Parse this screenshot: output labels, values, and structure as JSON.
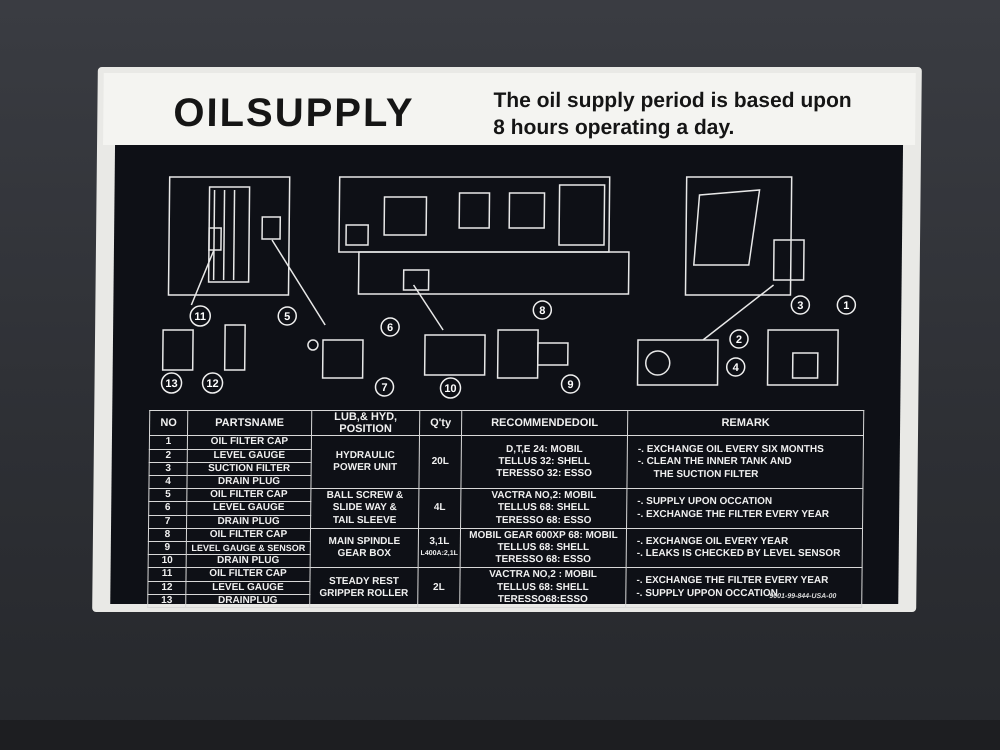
{
  "plate": {
    "title": "OILSUPPLY",
    "note_line1": "The oil supply period is based upon",
    "note_line2": "8 hours operating a day.",
    "part_code": "9001-99-844-USA-00"
  },
  "callouts": [
    "1",
    "2",
    "3",
    "4",
    "5",
    "6",
    "7",
    "8",
    "9",
    "10",
    "11",
    "12",
    "13"
  ],
  "table": {
    "headers": [
      "NO",
      "PARTSNAME",
      "LUB,& HYD, POSITION",
      "Q'ty",
      "RECOMMENDEDOIL",
      "REMARK"
    ],
    "groups": [
      {
        "rows": [
          [
            "1",
            "OIL FILTER CAP"
          ],
          [
            "2",
            "LEVEL GAUGE"
          ],
          [
            "3",
            "SUCTION FILTER"
          ],
          [
            "4",
            "DRAIN PLUG"
          ]
        ],
        "position": [
          "HYDRAULIC",
          "POWER UNIT"
        ],
        "qty": [
          "20L"
        ],
        "oil": [
          "D,T,E 24: MOBIL",
          "TELLUS 32: SHELL",
          "TERESSO 32: ESSO"
        ],
        "remark": [
          "-. EXCHANGE OIL EVERY SIX MONTHS",
          "-. CLEAN THE INNER TANK AND",
          "THE SUCTION FILTER"
        ]
      },
      {
        "rows": [
          [
            "5",
            "OIL FILTER CAP"
          ],
          [
            "6",
            "LEVEL GAUGE"
          ],
          [
            "7",
            "DRAIN PLUG"
          ]
        ],
        "position": [
          "BALL SCREW &",
          "SLIDE WAY &",
          "TAIL SLEEVE"
        ],
        "qty": [
          "4L"
        ],
        "oil": [
          "VACTRA NO,2: MOBIL",
          "TELLUS 68: SHELL",
          "TERESSO 68: ESSO"
        ],
        "remark": [
          "-. SUPPLY UPON OCCATION",
          "-. EXCHANGE THE FILTER EVERY YEAR"
        ]
      },
      {
        "rows": [
          [
            "8",
            "OIL FILTER CAP"
          ],
          [
            "9",
            "LEVEL GAUGE & SENSOR"
          ],
          [
            "10",
            "DRAIN PLUG"
          ]
        ],
        "position": [
          "MAIN SPINDLE",
          "GEAR BOX"
        ],
        "qty": [
          "3,1L",
          "L400A:2,1L"
        ],
        "oil": [
          "MOBIL GEAR 600XP 68: MOBIL",
          "TELLUS 68: SHELL",
          "TERESSO 68: ESSO"
        ],
        "remark": [
          "-. EXCHANGE OIL EVERY YEAR",
          "-. LEAKS IS CHECKED BY LEVEL SENSOR"
        ]
      },
      {
        "rows": [
          [
            "11",
            "OIL FILTER CAP"
          ],
          [
            "12",
            "LEVEL GAUGE"
          ],
          [
            "13",
            "DRAINPLUG"
          ]
        ],
        "position": [
          "STEADY REST",
          "GRIPPER ROLLER"
        ],
        "qty": [
          "2L"
        ],
        "oil": [
          "VACTRA NO,2 : MOBIL",
          "TELLUS 68: SHELL",
          "TERESSO68:ESSO"
        ],
        "remark": [
          "-. EXCHANGE THE FILTER EVERY YEAR",
          "-. SUPPLY UPPON OCCATION"
        ]
      }
    ]
  }
}
